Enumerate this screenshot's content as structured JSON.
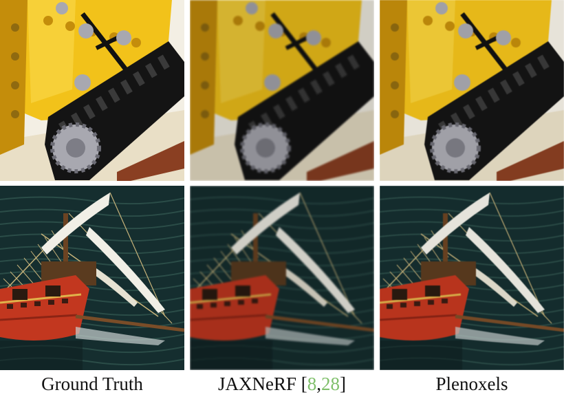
{
  "captions": [
    {
      "label": "Ground Truth"
    },
    {
      "label": "JAXNeRF",
      "pre": " [",
      "ref1": "8",
      "sep": ",",
      "ref2": "28",
      "post": "]"
    },
    {
      "label": "Plenoxels"
    }
  ],
  "colors": {
    "lego_yellow": "#f2c21a",
    "lego_shadow": "#c48d0b",
    "tread_black": "#141414",
    "gear_gray": "#a8a8b0",
    "brick_brown": "#8a3f22",
    "sea_dark": "#12282a",
    "hull_red": "#c2371f",
    "sail_white": "#f1efe6",
    "rope_tan": "#c7b37a",
    "citation_green": "#7fbf6a"
  },
  "images": [
    {
      "row": "top",
      "col": 1,
      "subject": "lego-bulldozer",
      "style": "sharp"
    },
    {
      "row": "top",
      "col": 2,
      "subject": "lego-bulldozer",
      "style": "jaxnerf"
    },
    {
      "row": "top",
      "col": 3,
      "subject": "lego-bulldozer",
      "style": "plenoxels"
    },
    {
      "row": "bottom",
      "col": 1,
      "subject": "pirate-ship",
      "style": "sharp"
    },
    {
      "row": "bottom",
      "col": 2,
      "subject": "pirate-ship",
      "style": "jaxnerf"
    },
    {
      "row": "bottom",
      "col": 3,
      "subject": "pirate-ship",
      "style": "plenoxels"
    }
  ]
}
